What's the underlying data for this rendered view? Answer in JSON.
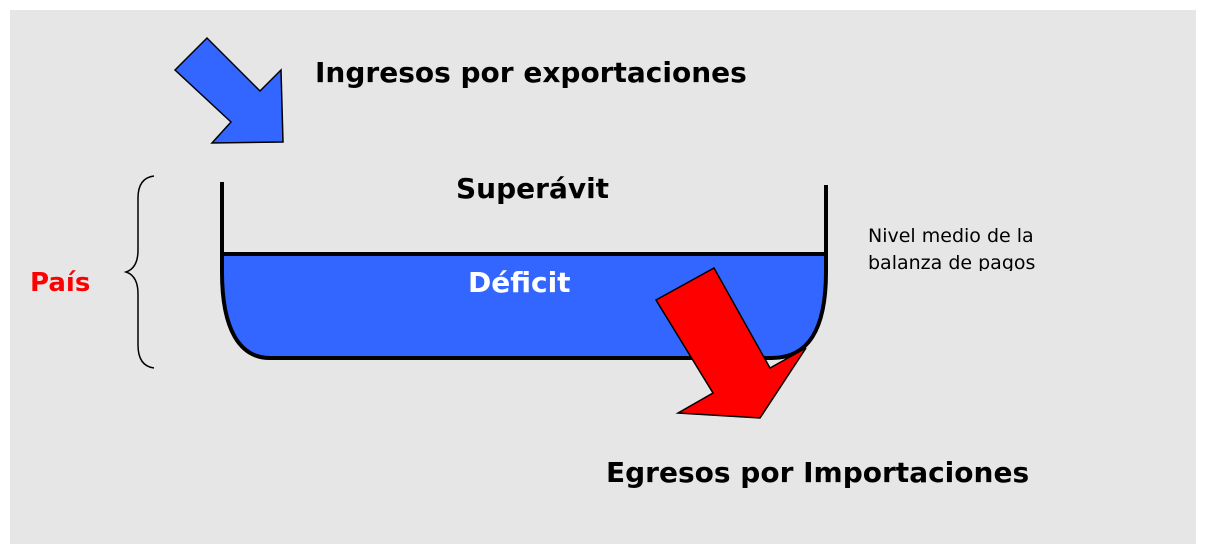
{
  "labels": {
    "ingresos": "Ingresos por exportaciones",
    "superavit": "Superávit",
    "deficit": "Déficit",
    "pais": "País",
    "egresos": "Egresos por Importaciones",
    "nivel_medio": "Nivel medio de la balanza de pagos"
  },
  "colors": {
    "background": "#e6e6e6",
    "liquid": "#3366ff",
    "export_arrow": "#3366ff",
    "import_arrow": "#ff0000",
    "pais_text": "#ff0000",
    "deficit_text": "#ffffff",
    "outline": "#000000"
  },
  "icons": {
    "export_arrow": "arrow-down-right",
    "import_arrow": "arrow-down-right",
    "brace": "left-curly-brace"
  }
}
